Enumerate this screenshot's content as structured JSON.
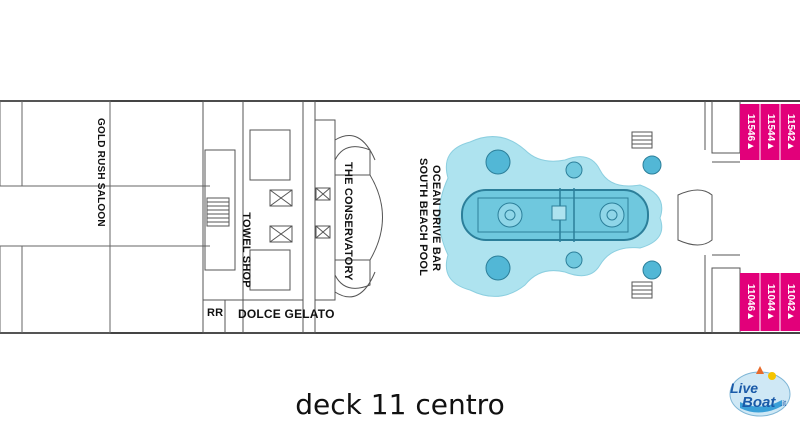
{
  "map": {
    "caption": "deck 11 centro",
    "areas": {
      "gold_rush_saloon": "GOLD RUSH SALOON",
      "towel_shop": "TOWEL SHOP",
      "the_conservatory": "THE CONSERVATORY",
      "south_beach_pool": "SOUTH BEACH POOL",
      "ocean_drive_bar": "OCEAN DRIVE BAR",
      "restroom": "RR",
      "dolce_gelato": "DOLCE GELATO"
    },
    "cabins_top": [
      "11542▲",
      "11544▲",
      "11546▲"
    ],
    "cabins_bottom": [
      "11042▲",
      "11044▲",
      "11046▲"
    ],
    "colors": {
      "cabin": "#e2007a",
      "pool_water": "#aee3ef",
      "pool_inner": "#6fc8de",
      "walls": "#555555"
    }
  },
  "logo": {
    "line1": "Live",
    "line2": "Boat",
    "suffix": ".it"
  }
}
